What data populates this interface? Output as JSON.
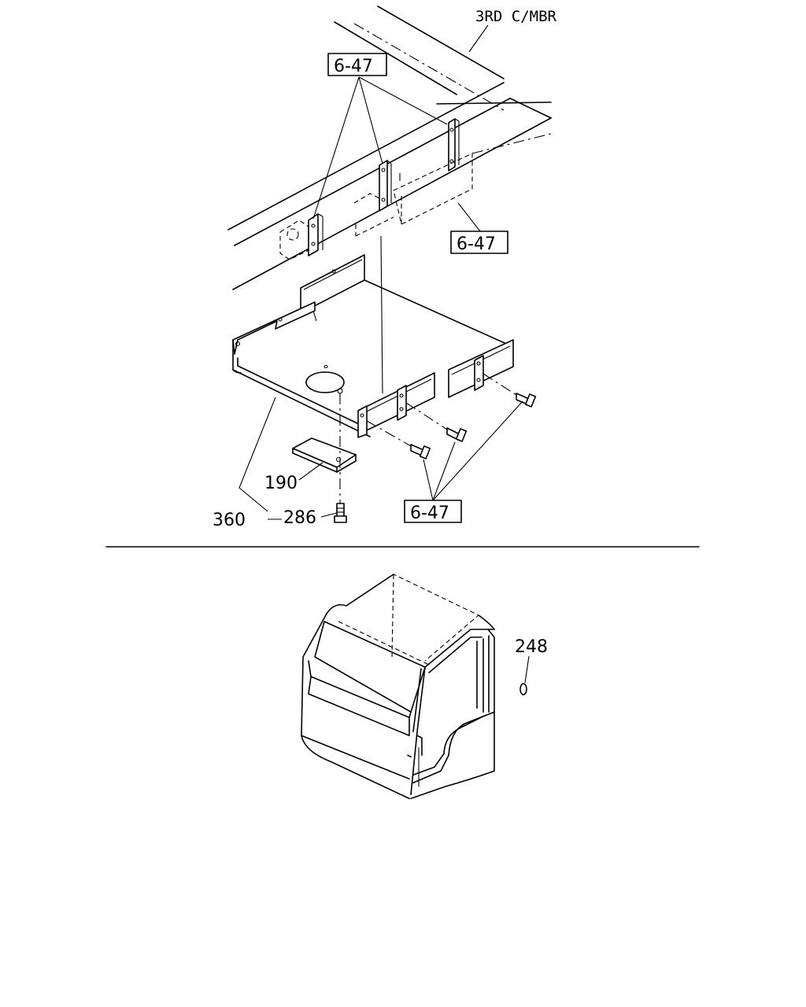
{
  "upper_view": {
    "frame_member_label": "3RD C/MBR",
    "ref_labels": [
      "6-47",
      "6-47",
      "6-47"
    ],
    "part_numbers": {
      "bracket_pad": "190",
      "tray_assembly": "360",
      "bolt": "286"
    }
  },
  "lower_view": {
    "part_numbers": {
      "plug": "248"
    }
  }
}
